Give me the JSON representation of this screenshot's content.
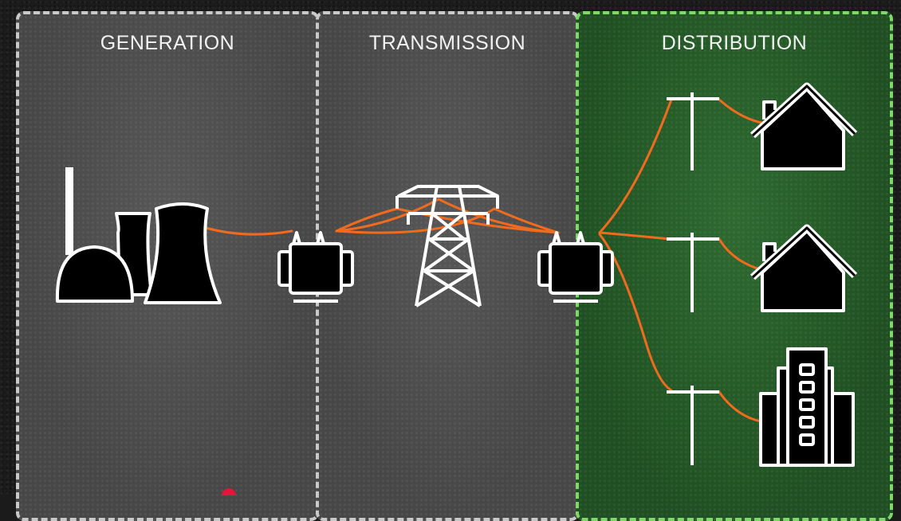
{
  "sections": {
    "generation": {
      "label": "GENERATION"
    },
    "transmission": {
      "label": "TRANSMISSION"
    },
    "distribution": {
      "label": "DISTRIBUTION"
    }
  },
  "colors": {
    "wire": "#f06b1e",
    "panel_gray": "#505050",
    "panel_green": "#2a5e2b",
    "border_gray": "#c9c9c9",
    "border_green": "#7fd86a",
    "icon": "#000000",
    "icon_outline": "#ffffff",
    "marker": "#e8133a"
  },
  "icons": [
    "power-plant-icon",
    "transformer-icon",
    "transmission-tower-icon",
    "utility-pole-icon",
    "house-icon",
    "office-building-icon"
  ]
}
